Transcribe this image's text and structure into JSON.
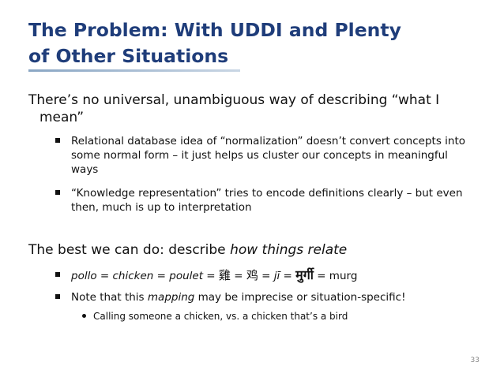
{
  "slide": {
    "title_line1": "The Problem: With UDDI and Plenty",
    "title_line2": "of Other Situations",
    "point1_line1": "There’s no universal, unambiguous way of describing “what I",
    "point1_line2": "mean”",
    "bullet1": "Relational database idea of “normalization” doesn’t convert concepts into some normal form – it just helps us cluster our concepts in meaningful ways",
    "bullet2": "“Knowledge representation” tries to encode definitions clearly – but even then, much is up to interpretation",
    "point2_prefix": "The best we can do:  describe ",
    "point2_emph": "how things relate",
    "bullet3": {
      "pollo": "pollo",
      "eq1": " = ",
      "chicken": "chicken",
      "eq2": " = ",
      "poulet": "poulet",
      "eq3": " =  ",
      "traditional": "雞",
      "eq4": "  =  ",
      "simplified": "鸡",
      "eq5": "  = ",
      "ji": "jī",
      "eq6": " = ",
      "hindi": "मुर्गी",
      "tail": "  = murg"
    },
    "bullet4_prefix": "Note that this ",
    "bullet4_emph": "mapping",
    "bullet4_suffix": " may be imprecise or situation-specific!",
    "sub1": "Calling someone a chicken, vs. a chicken that’s a bird",
    "page_number": "33"
  },
  "colors": {
    "title": "#1f3d7a",
    "rule": "#8aa6c4",
    "body": "#111111"
  }
}
